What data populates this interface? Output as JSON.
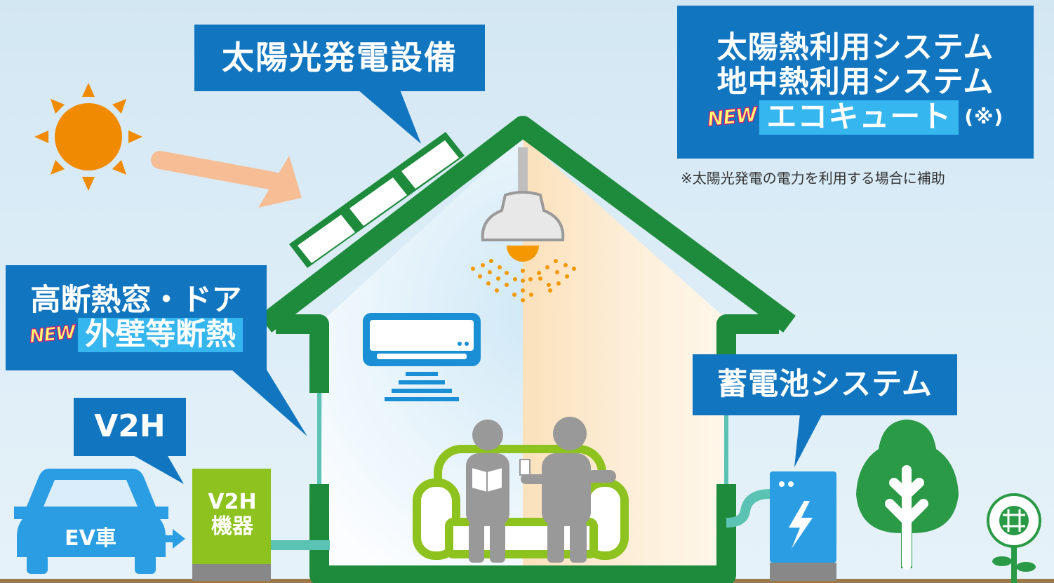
{
  "callouts": {
    "solar": "太陽光発電設備",
    "heat_line1": "太陽熱利用システム",
    "heat_line2": "地中熱利用システム",
    "heat_line3_new": "NEW",
    "heat_line3": "エコキュート",
    "heat_line3_suffix": "(※)",
    "heat_note": "※太陽光発電の電力を利用する場合に補助",
    "window_line1": "高断熱窓・ドア",
    "window_line2_new": "NEW",
    "window_line2": "外壁等断熱",
    "v2h": "V2H",
    "battery": "蓄電池システム"
  },
  "labels": {
    "ev": "EV車",
    "v2h_device_line1": "V2H",
    "v2h_device_line2": "機器"
  },
  "colors": {
    "callout_blue": "#1176bf",
    "highlight_blue": "#35b6ef",
    "house_green": "#1e8a3c",
    "device_green": "#8dc21f",
    "ev_blue": "#2b9ee3",
    "sun_orange": "#f08a00",
    "ground_brown": "#9b7a4a",
    "new_badge_pink": "#e0127f"
  }
}
